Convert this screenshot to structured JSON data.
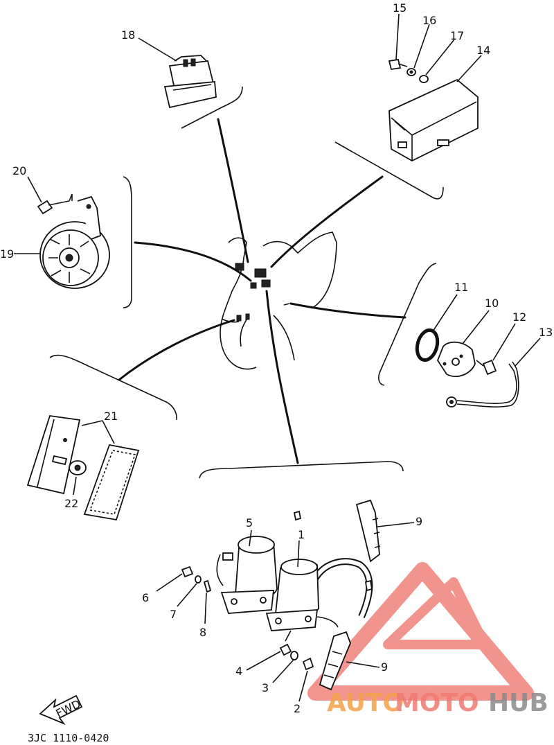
{
  "diagram": {
    "part_labels": [
      "1",
      "2",
      "3",
      "4",
      "5",
      "6",
      "7",
      "8",
      "9",
      "9",
      "10",
      "11",
      "12",
      "13",
      "14",
      "15",
      "16",
      "17",
      "18",
      "19",
      "20",
      "21",
      "22"
    ],
    "direction_label": "FWD",
    "diagram_code": "3JC 1110-0420"
  },
  "watermark": {
    "text_part1": "AUTO",
    "text_part2": "MOTO",
    "text_part3": "HUB",
    "colors": {
      "orange": "#f4a24a",
      "salmon": "#f07a72",
      "gray": "#8a8a8a"
    }
  }
}
